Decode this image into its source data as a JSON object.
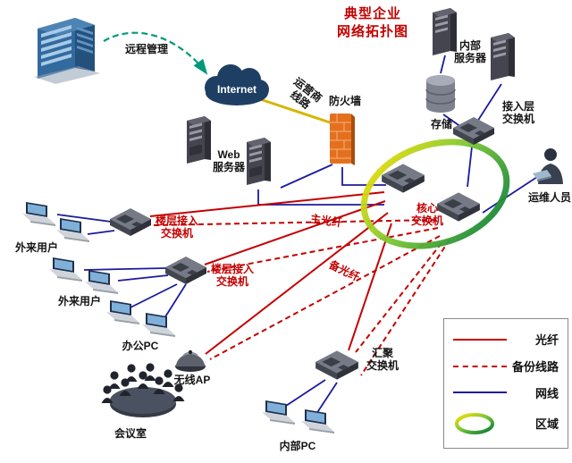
{
  "title": "典型企业\n网络拓扑图",
  "nodes": {
    "remote_mgmt": {
      "label": "远程管理"
    },
    "internet": {
      "label": "Internet"
    },
    "carrier_line": {
      "label": "运营商\n线路"
    },
    "firewall": {
      "label": "防火墙"
    },
    "internal_server": {
      "label": "内部\n服务器"
    },
    "storage": {
      "label": "存储"
    },
    "access_switch": {
      "label": "接入层\n交换机"
    },
    "ops_staff": {
      "label": "运维人员"
    },
    "core_switch": {
      "label": "核心\n交换机"
    },
    "web_server": {
      "label": "Web\n服务器"
    },
    "floor_switch_1": {
      "label": "楼层接入\n交换机"
    },
    "floor_switch_2": {
      "label": "楼层接入\n交换机"
    },
    "external_users_1": {
      "label": "外来用户"
    },
    "external_users_2": {
      "label": "外来用户"
    },
    "office_pc": {
      "label": "办公PC"
    },
    "wireless_ap": {
      "label": "无线AP"
    },
    "meeting_room": {
      "label": "会议室"
    },
    "aggregation_switch": {
      "label": "汇聚\n交换机"
    },
    "internal_pc": {
      "label": "内部PC"
    },
    "main_fiber": {
      "label": "主光纤"
    },
    "backup_fiber": {
      "label": "备光纤"
    }
  },
  "legend": {
    "items": [
      {
        "label": "光纤",
        "type": "fiber-solid"
      },
      {
        "label": "备份线路",
        "type": "fiber-dashed"
      },
      {
        "label": "网线",
        "type": "cable-solid"
      },
      {
        "label": "区域",
        "type": "zone-ring"
      }
    ]
  },
  "colors": {
    "fiber": "#c40000",
    "backup_line": "#c40000",
    "network_cable": "#1b1b9e",
    "carrier_line": "#d6b600",
    "title_red": "#c40000",
    "remote_arrow": "#00997a"
  }
}
